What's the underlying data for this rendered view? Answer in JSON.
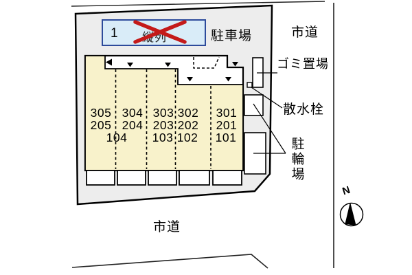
{
  "diagram": {
    "parking_box": {
      "stall_number": "1",
      "crossed_label": "縦列"
    },
    "parking_lot_label": "駐車場",
    "road_right_label": "市道",
    "road_bottom_label": "市道",
    "garbage_label": "ゴミ置場",
    "water_tap_label": "散水栓",
    "bicycle_label": "駐輪場",
    "compass_north_label": "N",
    "building": {
      "floor3": [
        "305",
        "304",
        "303",
        "302",
        "301"
      ],
      "floor2": [
        "205",
        "204",
        "203",
        "202",
        "201"
      ],
      "floor1": [
        "104",
        "103",
        "102",
        "101"
      ]
    },
    "colors": {
      "site_fill": "#ededed",
      "building_unit_fill": "#f8f2cb",
      "corridor_fill": "#ffffff",
      "parking_box_fill": "#d9ecf8",
      "parking_box_border": "#2d4b9b",
      "cross_mark_red": "#c41a1a",
      "line_black": "#111111"
    }
  }
}
